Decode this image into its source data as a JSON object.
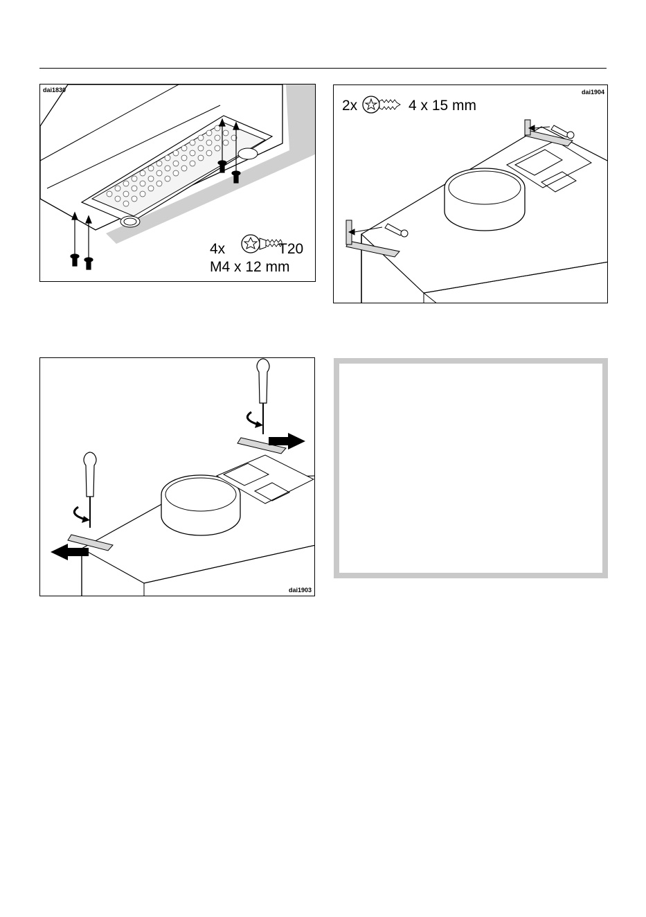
{
  "figures": [
    {
      "id": "fig1",
      "code": "dai1830",
      "callout": {
        "qty": "4x",
        "drive": "T20",
        "size": "M4 x 12 mm"
      }
    },
    {
      "id": "fig2",
      "code": "dai1904",
      "callout": {
        "qty": "2x",
        "size": "4 x 15 mm"
      }
    },
    {
      "id": "fig3",
      "code": "dai1903"
    }
  ],
  "note_box": {}
}
